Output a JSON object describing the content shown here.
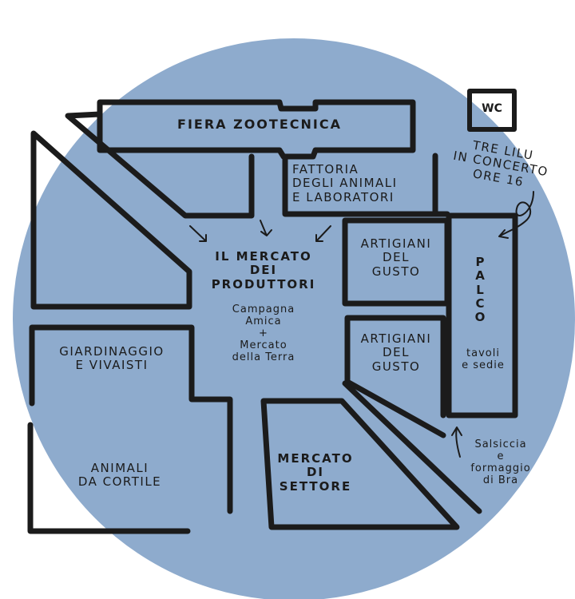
{
  "colors": {
    "background_circle": "#8eabcd",
    "lines": "#1b1b1b"
  },
  "areas": {
    "fiera": "FIERA ZOOTECNICA",
    "fattoria": "FATTORIA\nDEGLI ANIMALI\nE LABORATORI",
    "mercato_produttori": "IL MERCATO\nDEI\nPRODUTTORI",
    "campagna": "Campagna\nAmica\n+\nMercato\ndella Terra",
    "artigiani1": "ARTIGIANI\nDEL\nGUSTO",
    "artigiani2": "ARTIGIANI\nDEL\nGUSTO",
    "palco": "P\nA\nL\nC\nO",
    "tavoli": "tavoli\ne sedie",
    "giardinaggio": "GIARDINAGGIO\nE VIVAISTI",
    "animali": "ANIMALI\nDA CORTILE",
    "mercato_settore": "MERCATO\nDI\nSETTORE",
    "wc": "WC"
  },
  "notes": {
    "concerto": "TRE LILU\nIN CONCERTO\nORE 16",
    "salsiccia": "Salsiccia\ne\nformaggio\ndi Bra"
  }
}
